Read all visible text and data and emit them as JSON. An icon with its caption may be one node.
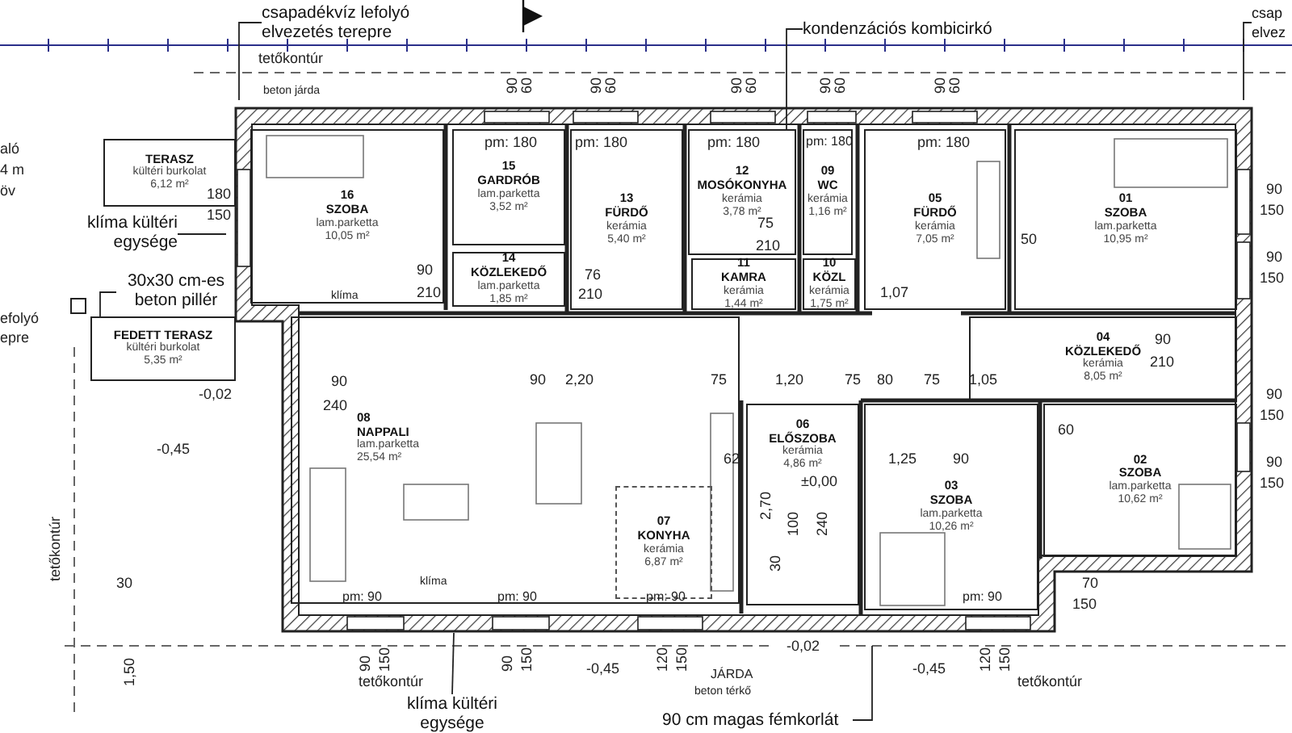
{
  "diagram": {
    "nodes": [
      {
        "text": [
          "TERASZ",
          "kültéri burkolat",
          "6,12 m²"
        ]
      },
      {
        "text": [
          "16",
          "SZOBA",
          "lam.parketta",
          "10,05 m²"
        ]
      },
      {
        "text": [
          "15",
          "GARDRÓB",
          "lam.parketta",
          "3,52 m²"
        ]
      },
      {
        "text": [
          "14",
          "KÖZLEKEDŐ",
          "lam.parketta",
          "1,85 m²"
        ]
      },
      {
        "text": [
          "13",
          "FÜRDŐ",
          "kerámia",
          "5,40 m²"
        ]
      },
      {
        "text": [
          "12",
          "MOSÓKONYHA",
          "kerámia",
          "3,78 m²"
        ]
      },
      {
        "text": [
          "09",
          "WC",
          "kerámia",
          "1,16 m²"
        ]
      },
      {
        "text": [
          "11",
          "KAMRA",
          "kerámia",
          "1,44 m²"
        ]
      },
      {
        "text": [
          "10",
          "KÖZL",
          "kerámia",
          "1,75 m²"
        ]
      },
      {
        "text": [
          "05",
          "FÜRDŐ",
          "kerámia",
          "7,05 m²"
        ]
      },
      {
        "text": [
          "01",
          "SZOBA",
          "lam.parketta",
          "10,95 m²"
        ]
      },
      {
        "text": [
          "04",
          "KÖZLEKEDŐ",
          "kerámia",
          "8,05 m²"
        ]
      },
      {
        "text": [
          "FEDETT TERASZ",
          "kültéri burkolat",
          "5,35 m²"
        ]
      },
      {
        "text": [
          "08",
          "NAPPALI",
          "lam.parketta",
          "25,54 m²"
        ]
      },
      {
        "text": [
          "07",
          "KONYHA",
          "kerámia",
          "6,87 m²"
        ],
        "in": 13
      },
      {
        "text": [
          "06",
          "ELŐSZOBA",
          "kerámia",
          "4,86 m²"
        ]
      },
      {
        "text": [
          "03",
          "SZOBA",
          "lam.parketta",
          "10,26 m²"
        ]
      },
      {
        "text": [
          "02",
          "SZOBA",
          "lam.parketta",
          "10,62 m²"
        ]
      },
      {
        "text": [
          "csapadékvíz lefolyó elvezetés terepre"
        ]
      },
      {
        "text": [
          "kondenzációs kombicirkó"
        ]
      },
      {
        "text": [
          "csap elvez"
        ]
      },
      {
        "text": [
          "klíma kültéri egysége"
        ]
      },
      {
        "text": [
          "30x30 cm-es beton pillér"
        ]
      },
      {
        "text": [
          "klíma kültéri egysége"
        ]
      },
      {
        "text": [
          "90 cm magas fémkorlát"
        ]
      }
    ],
    "edges": [
      {
        "from": 18,
        "to": null,
        "arrow": "none"
      },
      {
        "from": 19,
        "to": 5,
        "arrow": "none"
      },
      {
        "from": 20,
        "to": null,
        "arrow": "none"
      },
      {
        "from": 21,
        "to": null,
        "arrow": "none"
      },
      {
        "from": 22,
        "to": 12,
        "arrow": "none"
      },
      {
        "from": 23,
        "to": null,
        "arrow": "none"
      },
      {
        "from": 24,
        "to": null,
        "arrow": "none"
      }
    ],
    "labels": [
      "aló",
      "4 m",
      "öv",
      "tetőkontúr",
      "beton járda",
      "90",
      "60",
      "90",
      "60",
      "90",
      "60",
      "90",
      "60",
      "90",
      "60",
      "pm: 180",
      "pm: 180",
      "pm: 180",
      "pm: 180",
      "pm: 180",
      "180",
      "150",
      "75",
      "210",
      "50",
      "90",
      "150",
      "90",
      "150",
      "klíma",
      "90",
      "210",
      "76",
      "210",
      "1,07",
      "efolyó",
      "epre",
      "90",
      "-0,02",
      "240",
      "90",
      "2,20",
      "75",
      "1,20",
      "75",
      "80",
      "75",
      "1,05",
      "90",
      "210",
      "60",
      "-0,45",
      "62",
      "1,25",
      "90",
      "±0,00",
      "90",
      "150",
      "90",
      "150",
      "2,70",
      "100",
      "240",
      "30",
      "tetőkontúr",
      "30",
      "70",
      "pm: 90",
      "klíma",
      "pm: 90",
      "pm: 90",
      "pm: 90",
      "150",
      "-0,02",
      "90",
      "150",
      "90",
      "150",
      "120",
      "150",
      "120",
      "150",
      "1,50",
      "-0,45",
      "-0,45",
      "tetőkontúr",
      "JÁRDA",
      "tetőkontúr",
      "beton térkő"
    ]
  }
}
